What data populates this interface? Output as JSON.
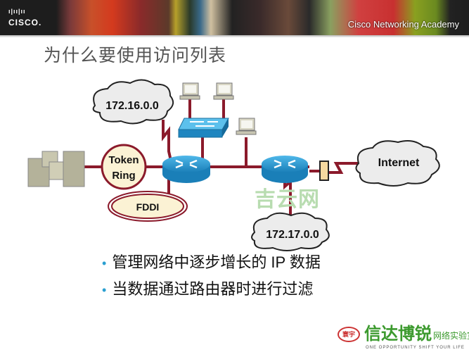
{
  "header": {
    "logo_text": "CISCO.",
    "academy": "Cisco Networking Academy"
  },
  "slide": {
    "title": "为什么要使用访问列表",
    "bullets": [
      "管理网络中逐步增长的 IP 数据",
      "当数据通过路由器时进行过滤"
    ]
  },
  "diagram": {
    "cloud_left": "172.16.0.0",
    "cloud_bottom": "172.17.0.0",
    "cloud_internet": "Internet",
    "token_ring_1": "Token",
    "token_ring_2": "Ring",
    "fddi": "FDDI",
    "colors": {
      "link": "#8b1a2b",
      "device": "#2b9ad4",
      "cloud": "#eeeeee",
      "ring_fill": "#fbf2d4"
    }
  },
  "watermark": "吉云网",
  "footer": {
    "badge": "寰宇",
    "brand": "信达博锐",
    "sub": "网络实验室",
    "slogan": "ONE OPPORTUNITY SHIFT YOUR LIFE"
  }
}
